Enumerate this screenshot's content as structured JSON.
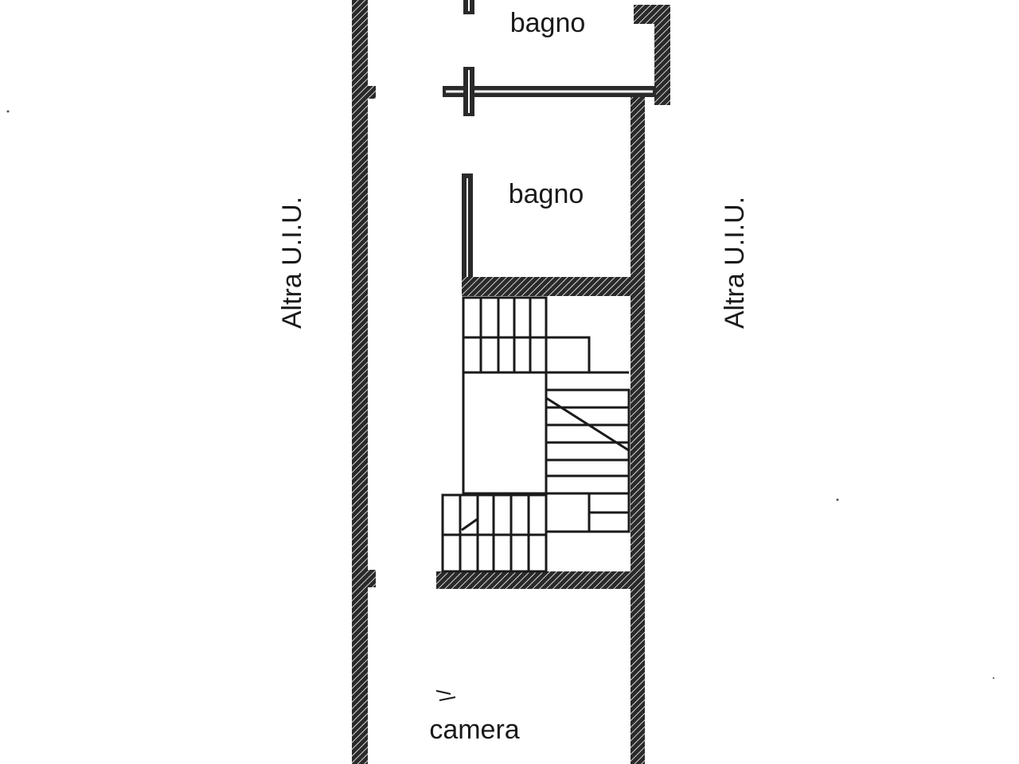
{
  "plan": {
    "rooms": [
      {
        "id": "bagno-top",
        "label": "bagno"
      },
      {
        "id": "bagno-middle",
        "label": "bagno"
      },
      {
        "id": "camera",
        "label": "camera"
      }
    ],
    "neighbors": {
      "left_label": "Altra U.I.U.",
      "right_label": "Altra U.I.U."
    },
    "colors": {
      "wall": "#2a2a2a",
      "hatch": "#ffffff",
      "ink": "#1a1a1a",
      "paper": "#ffffff"
    }
  }
}
